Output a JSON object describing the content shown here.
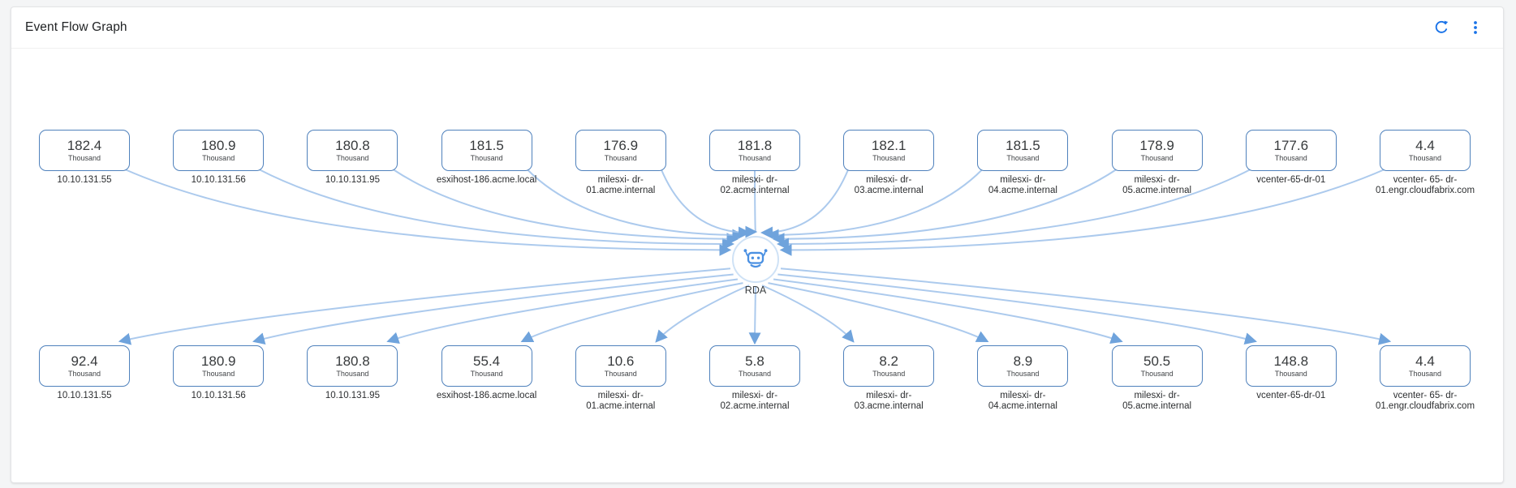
{
  "header": {
    "title": "Event Flow Graph",
    "refresh_icon": "refresh-icon",
    "menu_icon": "kebab-menu-icon"
  },
  "colors": {
    "accent_blue": "#1a73e8",
    "node_border": "#4f81bc",
    "edge": "#9dc1ea",
    "arrowhead": "#6fa3dc",
    "rda_icon_blue": "#4a90e2",
    "card_background": "#ffffff",
    "page_background": "#f4f5f6"
  },
  "graph": {
    "center": {
      "label": "RDA",
      "icon": "robot-icon"
    },
    "sources": [
      {
        "value": "182.4",
        "unit": "Thousand",
        "label": "10.10.131.55"
      },
      {
        "value": "180.9",
        "unit": "Thousand",
        "label": "10.10.131.56"
      },
      {
        "value": "180.8",
        "unit": "Thousand",
        "label": "10.10.131.95"
      },
      {
        "value": "181.5",
        "unit": "Thousand",
        "label": "esxihost-186.acme.local"
      },
      {
        "value": "176.9",
        "unit": "Thousand",
        "label": "milesxi- dr-\n01.acme.internal"
      },
      {
        "value": "181.8",
        "unit": "Thousand",
        "label": "milesxi- dr-\n02.acme.internal"
      },
      {
        "value": "182.1",
        "unit": "Thousand",
        "label": "milesxi- dr-\n03.acme.internal"
      },
      {
        "value": "181.5",
        "unit": "Thousand",
        "label": "milesxi- dr-\n04.acme.internal"
      },
      {
        "value": "178.9",
        "unit": "Thousand",
        "label": "milesxi- dr-\n05.acme.internal"
      },
      {
        "value": "177.6",
        "unit": "Thousand",
        "label": "vcenter-65-dr-01"
      },
      {
        "value": "4.4",
        "unit": "Thousand",
        "label": "vcenter- 65- dr-\n01.engr.cloudfabrix.com"
      }
    ],
    "destinations": [
      {
        "value": "92.4",
        "unit": "Thousand",
        "label": "10.10.131.55"
      },
      {
        "value": "180.9",
        "unit": "Thousand",
        "label": "10.10.131.56"
      },
      {
        "value": "180.8",
        "unit": "Thousand",
        "label": "10.10.131.95"
      },
      {
        "value": "55.4",
        "unit": "Thousand",
        "label": "esxihost-186.acme.local"
      },
      {
        "value": "10.6",
        "unit": "Thousand",
        "label": "milesxi- dr-\n01.acme.internal"
      },
      {
        "value": "5.8",
        "unit": "Thousand",
        "label": "milesxi- dr-\n02.acme.internal"
      },
      {
        "value": "8.2",
        "unit": "Thousand",
        "label": "milesxi- dr-\n03.acme.internal"
      },
      {
        "value": "8.9",
        "unit": "Thousand",
        "label": "milesxi- dr-\n04.acme.internal"
      },
      {
        "value": "50.5",
        "unit": "Thousand",
        "label": "milesxi- dr-\n05.acme.internal"
      },
      {
        "value": "148.8",
        "unit": "Thousand",
        "label": "vcenter-65-dr-01"
      },
      {
        "value": "4.4",
        "unit": "Thousand",
        "label": "vcenter- 65- dr-\n01.engr.cloudfabrix.com"
      }
    ]
  }
}
